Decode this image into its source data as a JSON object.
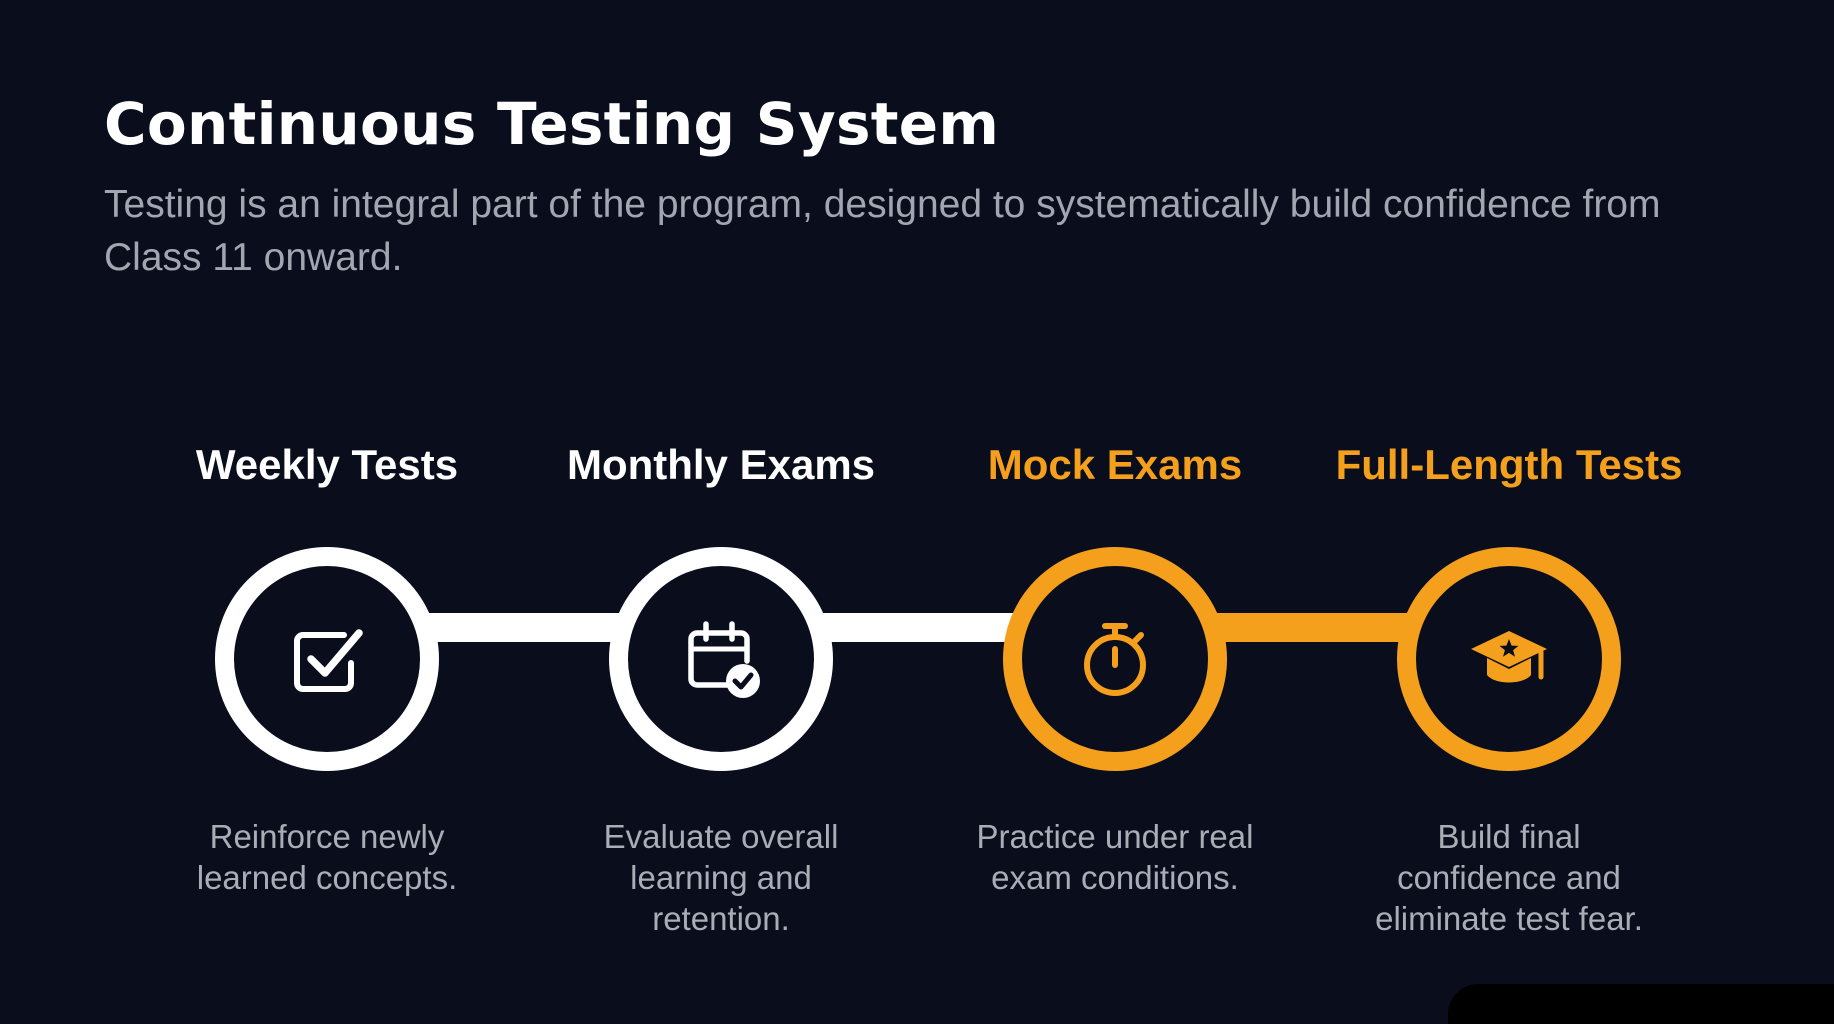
{
  "header": {
    "title": "Continuous Testing System",
    "subtitle": "Testing is an integral part of the program, designed to systematically build confidence from Class 11 onward."
  },
  "colors": {
    "background": "#0a0e1c",
    "primary": "#ffffff",
    "accent": "#f5a01c",
    "muted_text": "#a2a6b0"
  },
  "steps": [
    {
      "title": "Weekly Tests",
      "description": "Reinforce newly learned concepts.",
      "icon": "checkbox-check-icon",
      "color": "#ffffff"
    },
    {
      "title": "Monthly Exams",
      "description": "Evaluate overall learning and retention.",
      "icon": "calendar-check-icon",
      "color": "#ffffff"
    },
    {
      "title": "Mock Exams",
      "description": "Practice under real exam conditions.",
      "icon": "stopwatch-icon",
      "color": "#f5a01c"
    },
    {
      "title": "Full-Length Tests",
      "description": "Build final confidence and eliminate test fear.",
      "icon": "graduation-cap-icon",
      "color": "#f5a01c"
    }
  ]
}
